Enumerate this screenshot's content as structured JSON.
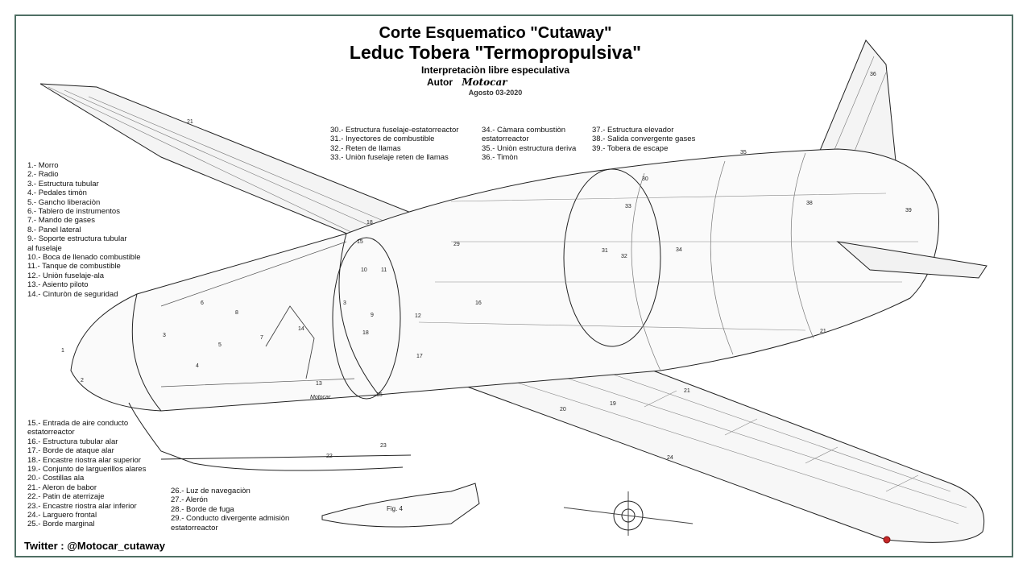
{
  "header": {
    "title": "Corte Esquematico \"Cutaway\"",
    "subtitle": "Leduc Tobera \"Termopropulsiva\"",
    "description": "Interpretaciòn libre especulativa",
    "author_label": "Autor",
    "author_name": "Motocar",
    "date": "Agosto 03-2020"
  },
  "legend": {
    "left_upper": [
      "1.- Morro",
      "2.- Radio",
      "3.- Estructura tubular",
      "4.- Pedales timòn",
      "5.- Gancho liberaciòn",
      "6.- Tablero de instrumentos",
      "7.- Mando de gases",
      "8.- Panel lateral",
      "9.- Soporte estructura tubular",
      "     al fuselaje",
      "10.- Boca de llenado combustible",
      "11.- Tanque de combustible",
      "12.- Uniòn fuselaje-ala",
      "13.- Asiento piloto",
      "14.- Cinturòn de seguridad"
    ],
    "left_lower": [
      "15.- Entrada de aire conducto",
      "       estatorreactor",
      "16.- Estructura tubular alar",
      "17.- Borde de ataque alar",
      "18.- Encastre riostra alar superior",
      "19.- Conjunto de larguerillos alares",
      "20.- Costillas ala",
      "21.- Aleron de babor",
      "22.- Patin de aterrizaje",
      "23.- Encastre riostra alar inferior",
      "24.- Larguero frontal",
      "25.- Borde marginal"
    ],
    "bottom_middle": [
      "26.- Luz de navegaciòn",
      "27.- Alerón",
      "28.- Borde de fuga",
      "29.- Conducto divergente admisiòn",
      "       estatorreactor"
    ],
    "top_col1": [
      "30.- Estructura fuselaje-estatorreactor",
      "31.- Inyectores de combustible",
      "32.- Reten de llamas",
      "33.- Uniòn fuselaje reten de llamas"
    ],
    "top_col2": [
      "34.- Càmara combustiòn",
      "       estatorreactor",
      "35.- Uniòn estructura deriva",
      " 36.- Timòn"
    ],
    "top_col3": [
      "37.- Estructura elevador",
      "38.- Salida convergente gases",
      "39.- Tobera de escape"
    ]
  },
  "callouts": [
    "1",
    "2",
    "3",
    "3",
    "4",
    "5",
    "6",
    "7",
    "8",
    "9",
    "10",
    "11",
    "12",
    "13",
    "14",
    "15",
    "15",
    "16",
    "17",
    "18",
    "18",
    "19",
    "20",
    "21",
    "21",
    "21",
    "22",
    "23",
    "24",
    "29",
    "30",
    "31",
    "32",
    "33",
    "34",
    "35",
    "36",
    "38",
    "39"
  ],
  "sketch_label": "Fig. 4",
  "signature": "Motocar",
  "footer": {
    "twitter": "Twitter :  @Motocar_cutaway"
  }
}
